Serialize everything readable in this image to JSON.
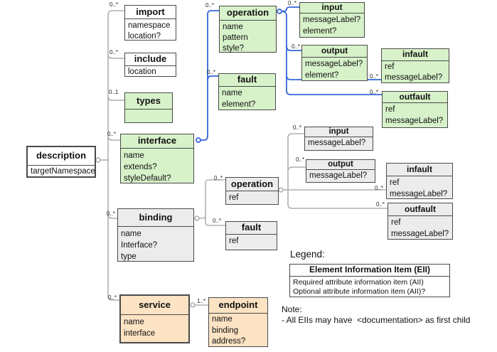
{
  "colors": {
    "white": "#ffffff",
    "green": "#d7f2c9",
    "gray": "#ececec",
    "tan": "#fbe3c3",
    "connector": "#b0b0b0",
    "connector_blue": "#3565d9",
    "border": "#4a4a4a"
  },
  "boxes": {
    "description": {
      "title": "description",
      "attrs": [
        "targetNamespace"
      ]
    },
    "import": {
      "title": "import",
      "attrs": [
        "namespace",
        "location?"
      ]
    },
    "include": {
      "title": "include",
      "attrs": [
        "location"
      ]
    },
    "types": {
      "title": "types",
      "attrs": []
    },
    "interface": {
      "title": "interface",
      "attrs": [
        "name",
        "extends?",
        "styleDefault?"
      ]
    },
    "operation_if": {
      "title": "operation",
      "attrs": [
        "name",
        "pattern",
        "style?"
      ]
    },
    "fault_if": {
      "title": "fault",
      "attrs": [
        "name",
        "element?"
      ]
    },
    "input_if": {
      "title": "input",
      "attrs": [
        "messageLabel?",
        "element?"
      ]
    },
    "output_if": {
      "title": "output",
      "attrs": [
        "messageLabel?",
        "element?"
      ]
    },
    "infault_if": {
      "title": "infault",
      "attrs": [
        "ref",
        "messageLabel?"
      ]
    },
    "outfault_if": {
      "title": "outfault",
      "attrs": [
        "ref",
        "messageLabel?"
      ]
    },
    "binding": {
      "title": "binding",
      "attrs": [
        "name",
        "Interface?",
        "type"
      ]
    },
    "operation_b": {
      "title": "operation",
      "attrs": [
        "ref"
      ]
    },
    "fault_b": {
      "title": "fault",
      "attrs": [
        "ref"
      ]
    },
    "input_b": {
      "title": "input",
      "attrs": [
        "messageLabel?"
      ]
    },
    "output_b": {
      "title": "output",
      "attrs": [
        "messageLabel?"
      ]
    },
    "infault_b": {
      "title": "infault",
      "attrs": [
        "ref",
        "messageLabel?"
      ]
    },
    "outfault_b": {
      "title": "outfault",
      "attrs": [
        "ref",
        "messageLabel?"
      ]
    },
    "service": {
      "title": "service",
      "attrs": [
        "name",
        "interface"
      ]
    },
    "endpoint": {
      "title": "endpoint",
      "attrs": [
        "name",
        "binding",
        "address?"
      ]
    }
  },
  "multiplicity": {
    "import": "0..*",
    "include": "0..*",
    "types": "0..1",
    "interface": "0..*",
    "binding": "0..*",
    "service": "0..*",
    "endpoint": "1..*",
    "operation_if": "0..*",
    "fault_if": "0..*",
    "input_if": "0..*",
    "output_if": "0..*",
    "infault_if": "0..*",
    "outfault_if": "0..*",
    "operation_b": "0..*",
    "fault_b": "0..*",
    "input_b": "0..*",
    "output_b": "0..*",
    "infault_b": "0..*",
    "outfault_b": "0..*"
  },
  "legend": {
    "heading": "Legend:",
    "title": "Element Information Item (EII)",
    "lines": [
      "Required attribute information item (AII)",
      "Optional attribute information item (AII)?"
    ]
  },
  "note": {
    "heading": "Note:",
    "lines": [
      "- All EIIs may have  <documentation> as first child"
    ]
  }
}
